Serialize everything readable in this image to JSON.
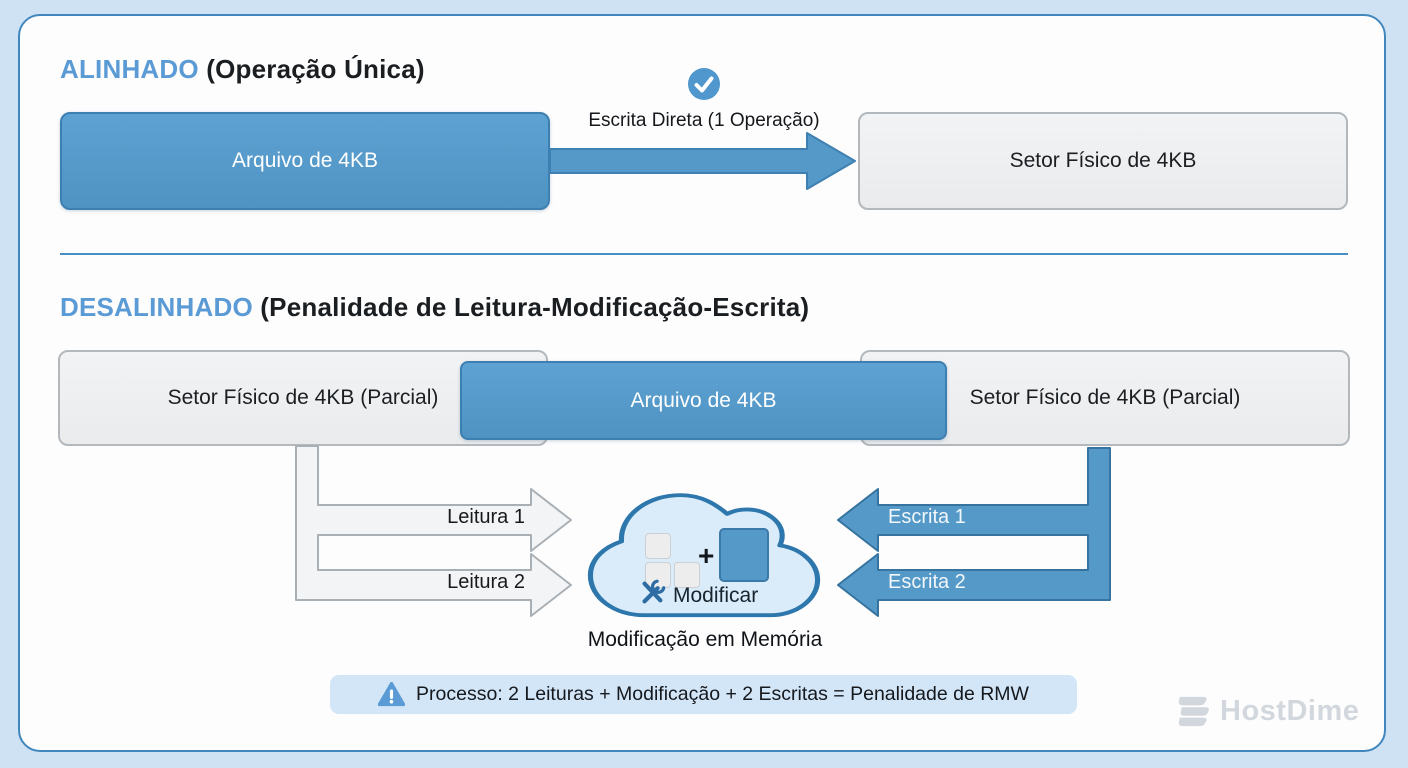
{
  "aligned": {
    "title_highlight": "ALINHADO",
    "title_rest": " (Operação Única)",
    "file_box_label": "Arquivo de 4KB",
    "arrow_label": "Escrita Direta (1 Operação)",
    "sector_box_label": "Setor Físico de 4KB"
  },
  "unaligned": {
    "title_highlight": "DESALINHADO",
    "title_rest": " (Penalidade de Leitura-Modificação-Escrita)",
    "sector_left_label": "Setor Físico de 4KB (Parcial)",
    "file_box_label": "Arquivo de 4KB",
    "sector_right_label": "Setor Físico de 4KB (Parcial)",
    "read_arrow_1": "Leitura 1",
    "read_arrow_2": "Leitura 2",
    "write_arrow_1": "Escrita 1",
    "write_arrow_2": "Escrita 2",
    "cloud": {
      "plus_sign": "+",
      "modify_label": "Modificar"
    },
    "memory_caption": "Modificação em Memória",
    "process_note": "Processo: 2 Leituras + Modificação + 2 Escritas = Penalidade de RMW"
  },
  "watermark_text": "HostDime",
  "icons": {
    "check": "check-circle-icon",
    "warning": "warning-triangle-icon",
    "tools": "wrench-tools-icon",
    "cloud": "memory-cloud-icon",
    "stack": "hostdime-stack-icon"
  },
  "colors": {
    "background": "#cfe2f4",
    "panel_border": "#4187bd",
    "heading_blue": "#5b9bd5",
    "box_blue": "#5499c7",
    "box_blue_border": "#3d7fb0",
    "gray_box_fill": "#eef0f1",
    "gray_box_border": "#b2b8bc",
    "gray_arrow_fill": "#f3f4f5",
    "gray_arrow_border": "#a9b0b5",
    "cloud_fill": "#daecfa",
    "cloud_border": "#2e77ad",
    "note_bg": "#d3e6f8",
    "watermark_gray": "#d2d7dd"
  }
}
